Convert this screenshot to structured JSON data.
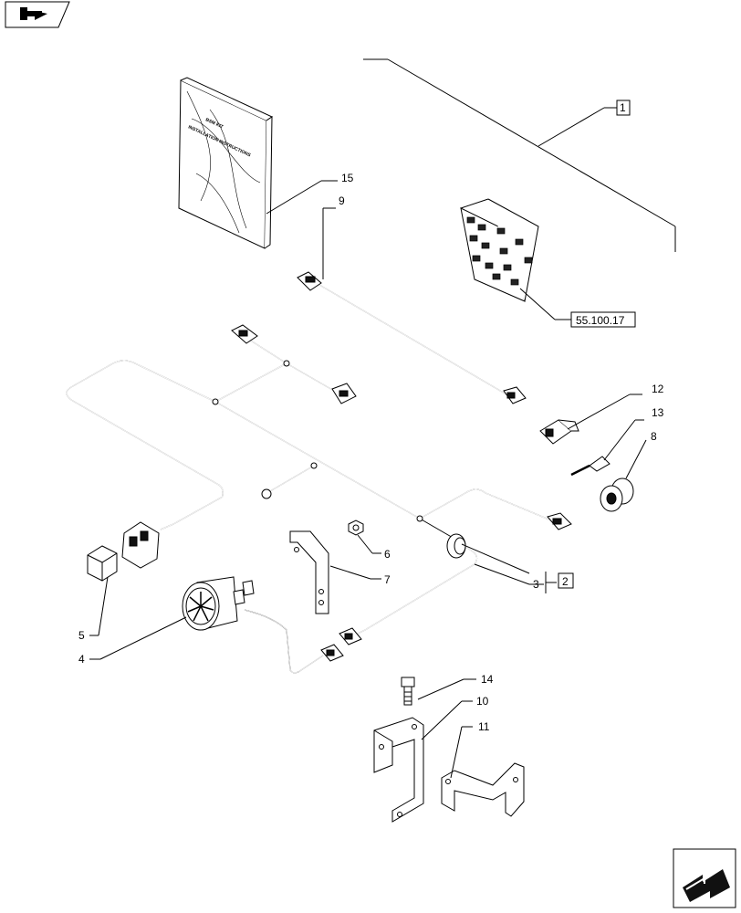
{
  "labels": {
    "l1": "1",
    "l2": "2",
    "l3": "3",
    "l4": "4",
    "l5": "5",
    "l6": "6",
    "l7": "7",
    "l8": "8",
    "l9": "9",
    "l10": "10",
    "l11": "11",
    "l12": "12",
    "l13": "13",
    "l14": "14",
    "l15": "15",
    "ref": "55.100.17"
  },
  "manual": {
    "line1": "BSM KIT",
    "line2": "INSTALLATION INSTRUCTIONS"
  },
  "icons": {
    "top_nav": "back-arrow-icon",
    "bottom_nav": "next-arrow-icon"
  }
}
